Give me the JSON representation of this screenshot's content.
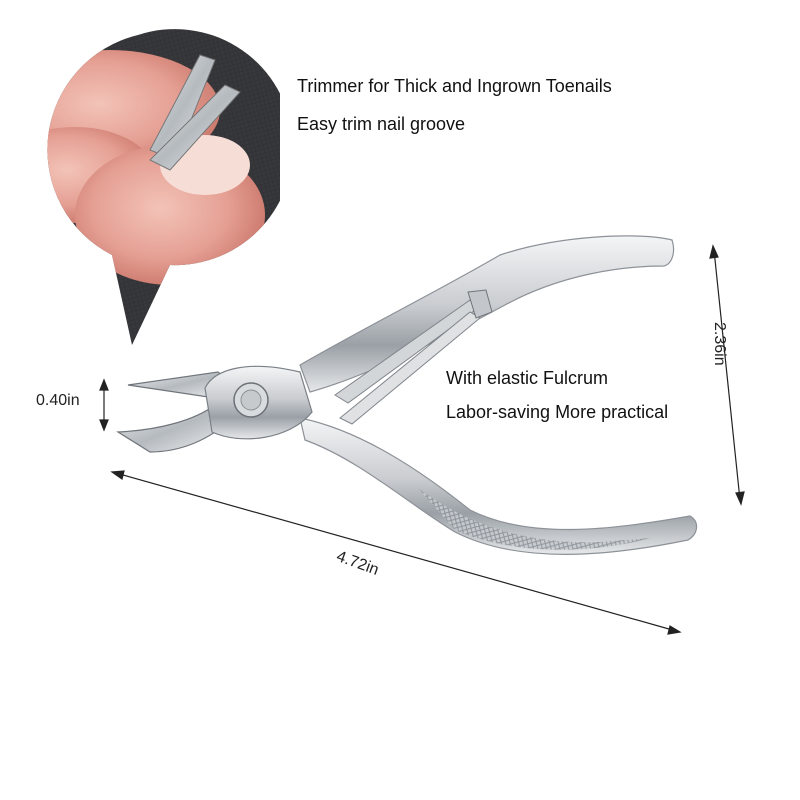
{
  "headline": {
    "line1": "Trimmer for Thick and Ingrown Toenails",
    "line2": "Easy trim nail groove"
  },
  "feature": {
    "line1": "With elastic Fulcrum",
    "line2": "Labor-saving More practical"
  },
  "dimensions": {
    "jaw_opening": "0.40in",
    "height": "2.36in",
    "length": "4.72in"
  }
}
